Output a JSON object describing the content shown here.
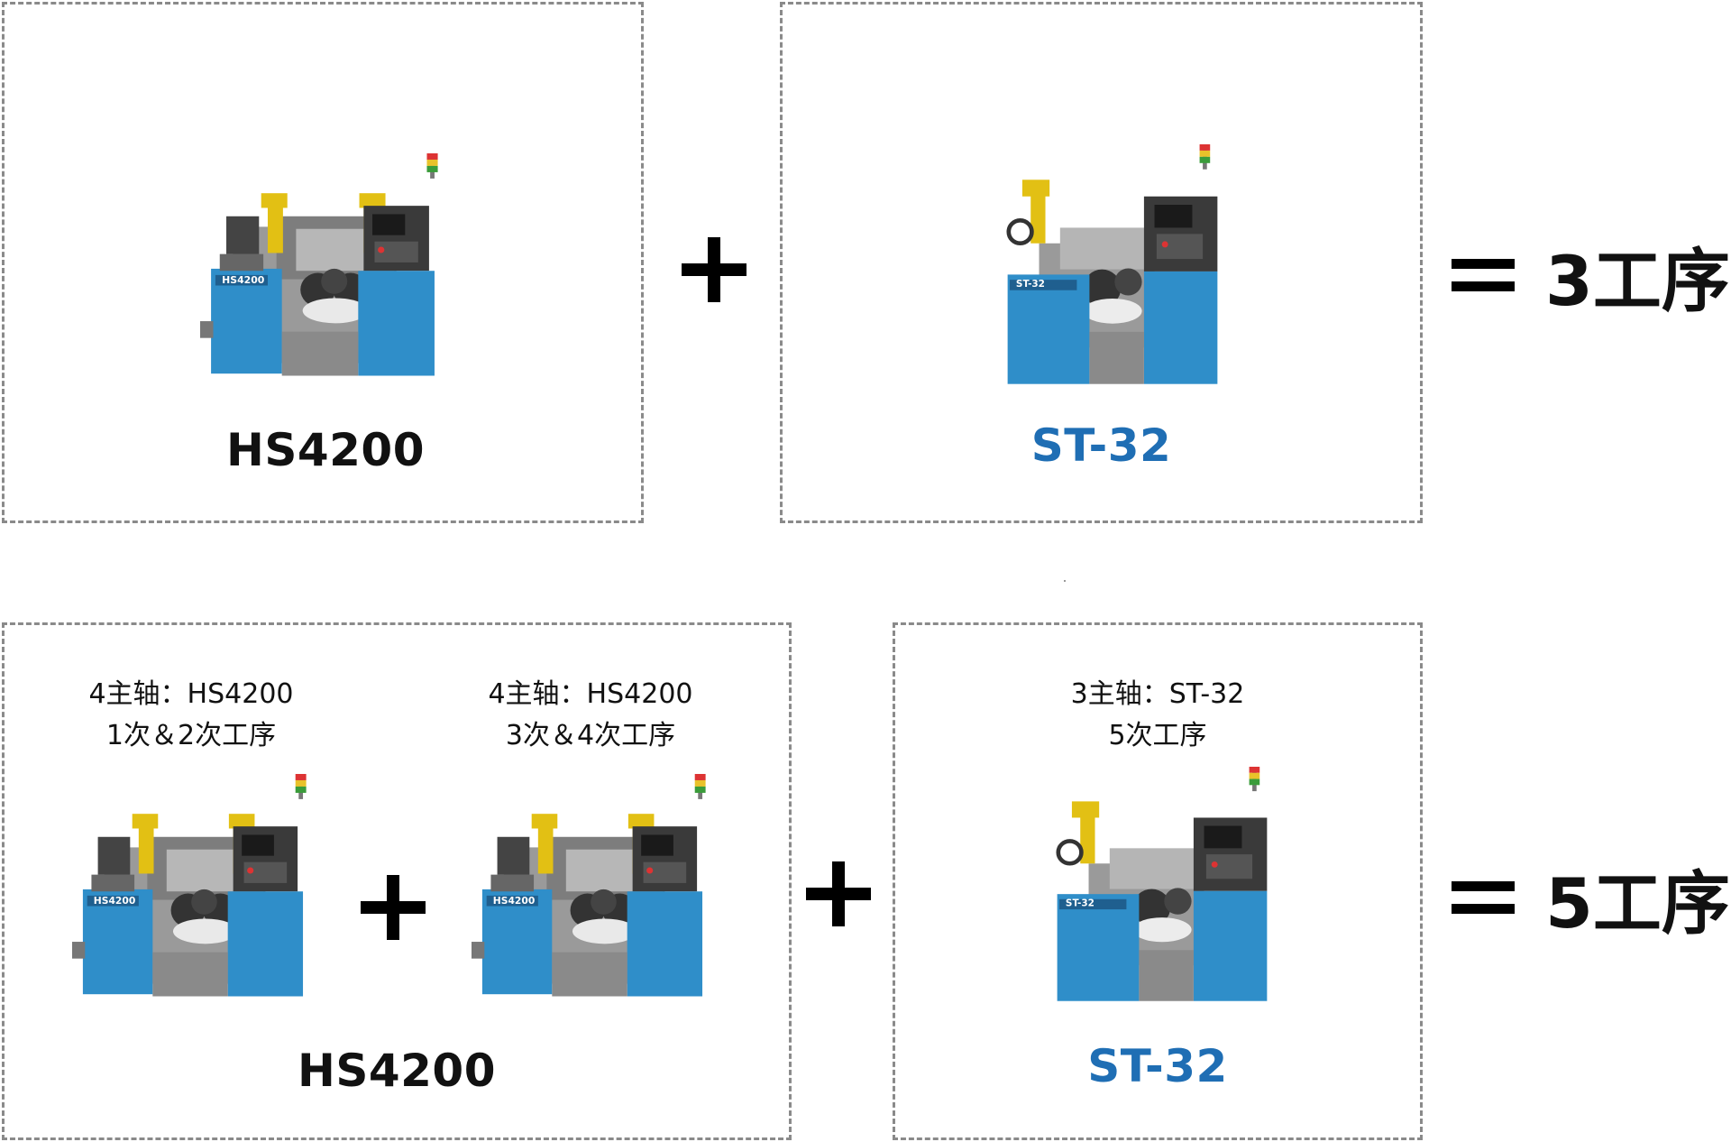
{
  "colors": {
    "machine_blue": "#2f8ec9",
    "machine_gray": "#8c8c8c",
    "robot_yellow": "#e2c014",
    "st32_label": "#1f6eb4",
    "border": "#8a8a8a"
  },
  "top_row": {
    "left": {
      "title": "HS4200",
      "badge": "HS4200"
    },
    "right": {
      "title": "ST-32",
      "badge": "ST-32"
    },
    "result": "3工序"
  },
  "bottom_row": {
    "left": {
      "machine_1": {
        "caption_line1": "4主轴：HS4200",
        "caption_line2": "1次＆2次工序",
        "badge": "HS4200"
      },
      "machine_2": {
        "caption_line1": "4主轴：HS4200",
        "caption_line2": "3次＆4次工序",
        "badge": "HS4200"
      },
      "title": "HS4200"
    },
    "right": {
      "caption_line1": "3主轴：ST-32",
      "caption_line2": "5次工序",
      "title": "ST-32",
      "badge": "ST-32"
    },
    "result": "5工序"
  },
  "icons": [
    "plus-icon",
    "equals-icon"
  ]
}
